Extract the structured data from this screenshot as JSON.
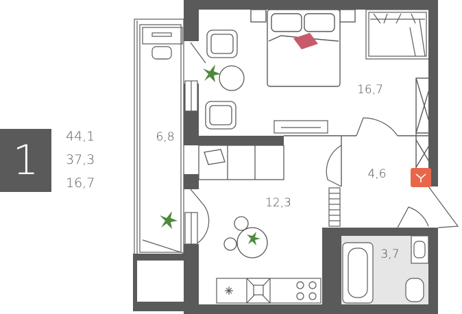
{
  "summary": {
    "rooms_count": "1",
    "areas": [
      "44,1",
      "37,3",
      "16,7"
    ]
  },
  "rooms": {
    "bedroom": "16,7",
    "balcony": "6,8",
    "hall": "4,6",
    "living_kitchen": "12,3",
    "bathroom": "3,7"
  },
  "colors": {
    "wall": "#5a5a5a",
    "badge": "#5a5a5a",
    "accent": "#e8674a",
    "pillow": "#c85a6a",
    "plant": "#4f8a3c",
    "bath_tile": "#e6e6e6"
  }
}
